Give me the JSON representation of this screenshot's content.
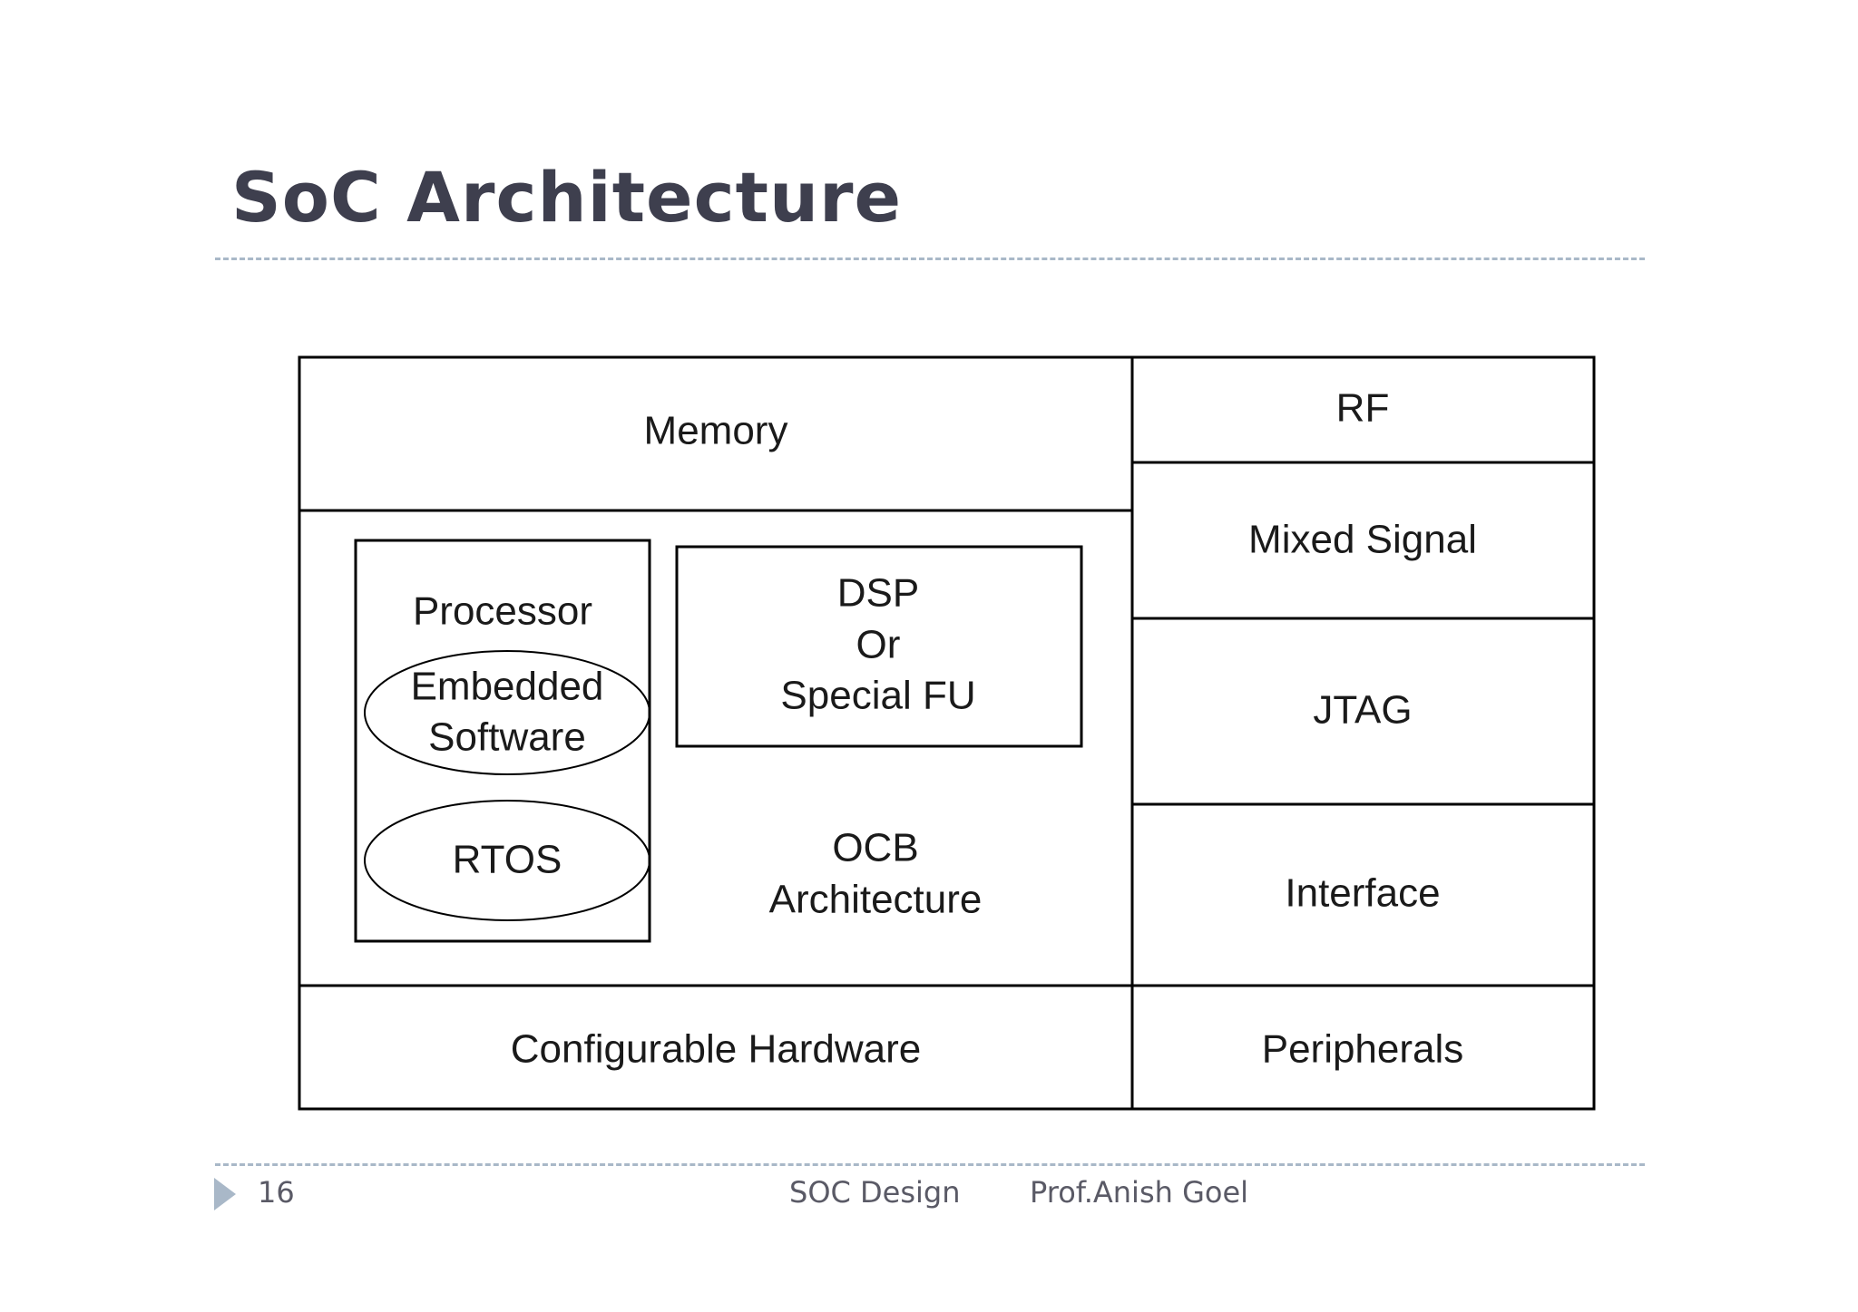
{
  "slide": {
    "title": "SoC Architecture",
    "footer": {
      "page_number": "16",
      "course": "SOC Design",
      "author": "Prof.Anish Goel"
    }
  },
  "diagram": {
    "memory": "Memory",
    "processor": "Processor",
    "embedded_software": [
      "Embedded",
      "Software"
    ],
    "rtos": "RTOS",
    "dsp": [
      "DSP",
      "Or",
      "Special FU"
    ],
    "ocb": [
      "OCB",
      "Architecture"
    ],
    "configurable_hardware": "Configurable Hardware",
    "right_column": [
      "RF",
      "Mixed Signal",
      "JTAG",
      "Interface",
      "Peripherals"
    ]
  }
}
